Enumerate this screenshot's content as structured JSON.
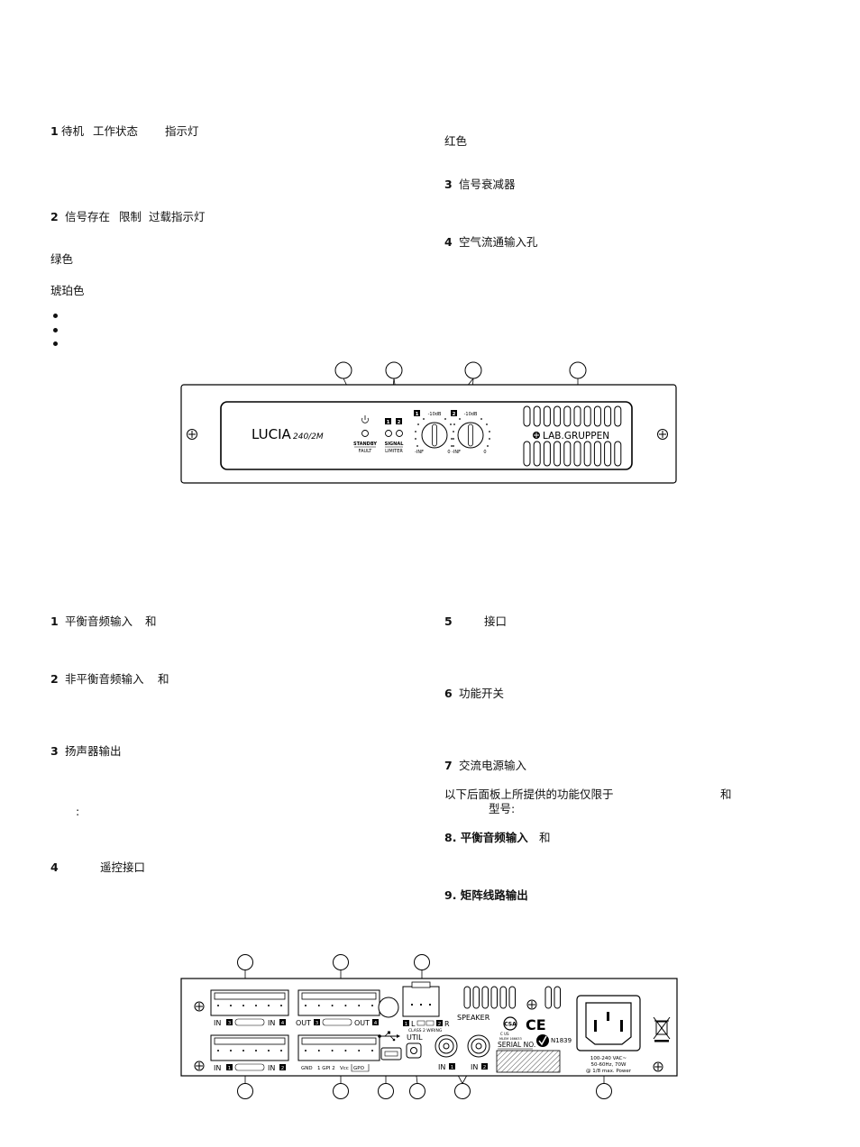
{
  "front_text": {
    "item1_num": "1",
    "item1_label": "待机",
    "item1_label2": "工作状态",
    "item1_label3": "指示灯",
    "red": "红色",
    "item2_num": "2",
    "item2_label": "信号存在",
    "item2_label2": "限制",
    "item2_label3": "过载指示灯",
    "green": "绿色",
    "amber": "琥珀色",
    "item3_num": "3",
    "item3_label": "信号衰减器",
    "item4_num": "4",
    "item4_label": "空气流通输入孔"
  },
  "rear_text": {
    "r1_num": "1",
    "r1_label": "平衡音频输入",
    "r1_and": "和",
    "r2_num": "2",
    "r2_label": "非平衡音频输入",
    "r2_and": "和",
    "r3_num": "3",
    "r3_label": "扬声器输出",
    "r3_colon": ":",
    "r4_num": "4",
    "r4_label": "遥控接口",
    "r5_num": "5",
    "r5_label": "接口",
    "r6_num": "6",
    "r6_label": "功能开关",
    "r7_num": "7",
    "r7_label": "交流电源输入",
    "r7_note1": "以下后面板上所提供的功能仅限于",
    "r7_note_and": "和",
    "r7_note2": "型号:",
    "r8_label": "8. 平衡音频输入",
    "r8_and": "和",
    "r9_label": "9. 矩阵线路输出"
  },
  "front_panel": {
    "model": "LUCIA",
    "model_sub": "240/2M",
    "standby": "STANDBY",
    "fault": "FAULT",
    "signal": "SIGNAL",
    "limiter": "LIMITER",
    "ch1": "1",
    "ch2": "2",
    "db1": "-10dB",
    "db2": "-10dB",
    "inf": "-INF",
    "zero": "0",
    "brand": "LAB.GRUPPEN"
  },
  "rear_panel": {
    "in3": "IN",
    "in4": "IN",
    "out3": "OUT",
    "out4": "OUT",
    "in1": "IN",
    "in2": "IN",
    "n1": "1",
    "n2": "2",
    "n3": "3",
    "n4": "4",
    "gnd": "GND",
    "gpi": "1 GPI 2",
    "vcc": "Vcc",
    "gpo": "GPO",
    "util": "UTIL",
    "speaker": "SPEAKER",
    "class2": "CLASS 2 WIRING",
    "lr_l": "L",
    "lr_r": "R",
    "serial": "SERIAL NO.",
    "n1839": "N1839",
    "power1": "100-240 VAC~",
    "power2": "50-60Hz, 70W",
    "power3": "@ 1/8 max. Power",
    "csa": "CSA",
    "csa_cus": "C      US",
    "csa_num": "MLEM 166633",
    "ce": "CE"
  }
}
